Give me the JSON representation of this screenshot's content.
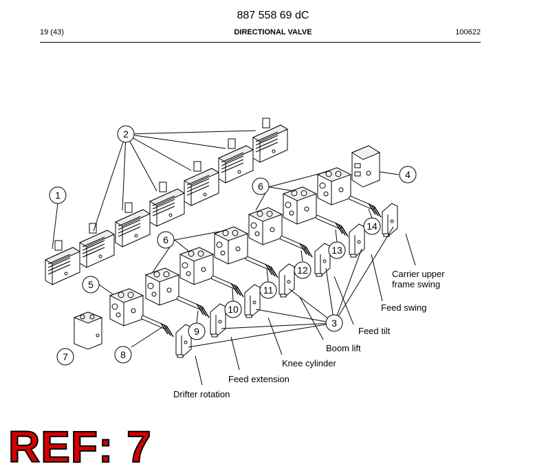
{
  "header": {
    "doc_number": "887 558 69 dC",
    "page": "19 (43)",
    "title": "DIRECTIONAL VALVE",
    "date_code": "100622"
  },
  "callouts": [
    "1",
    "2",
    "3",
    "4",
    "5",
    "6",
    "6",
    "7",
    "8",
    "9",
    "10",
    "11",
    "12",
    "13",
    "14"
  ],
  "labels": {
    "carrier_upper_1": "Carrier upper",
    "carrier_upper_2": "frame swing",
    "feed_swing": "Feed swing",
    "feed_tilt": "Feed tilt",
    "boom_lift": "Boom lift",
    "knee_cylinder": "Knee cylinder",
    "feed_extension": "Feed extension",
    "drifter_rotation": "Drifter rotation"
  },
  "ref_label": "REF: 7"
}
